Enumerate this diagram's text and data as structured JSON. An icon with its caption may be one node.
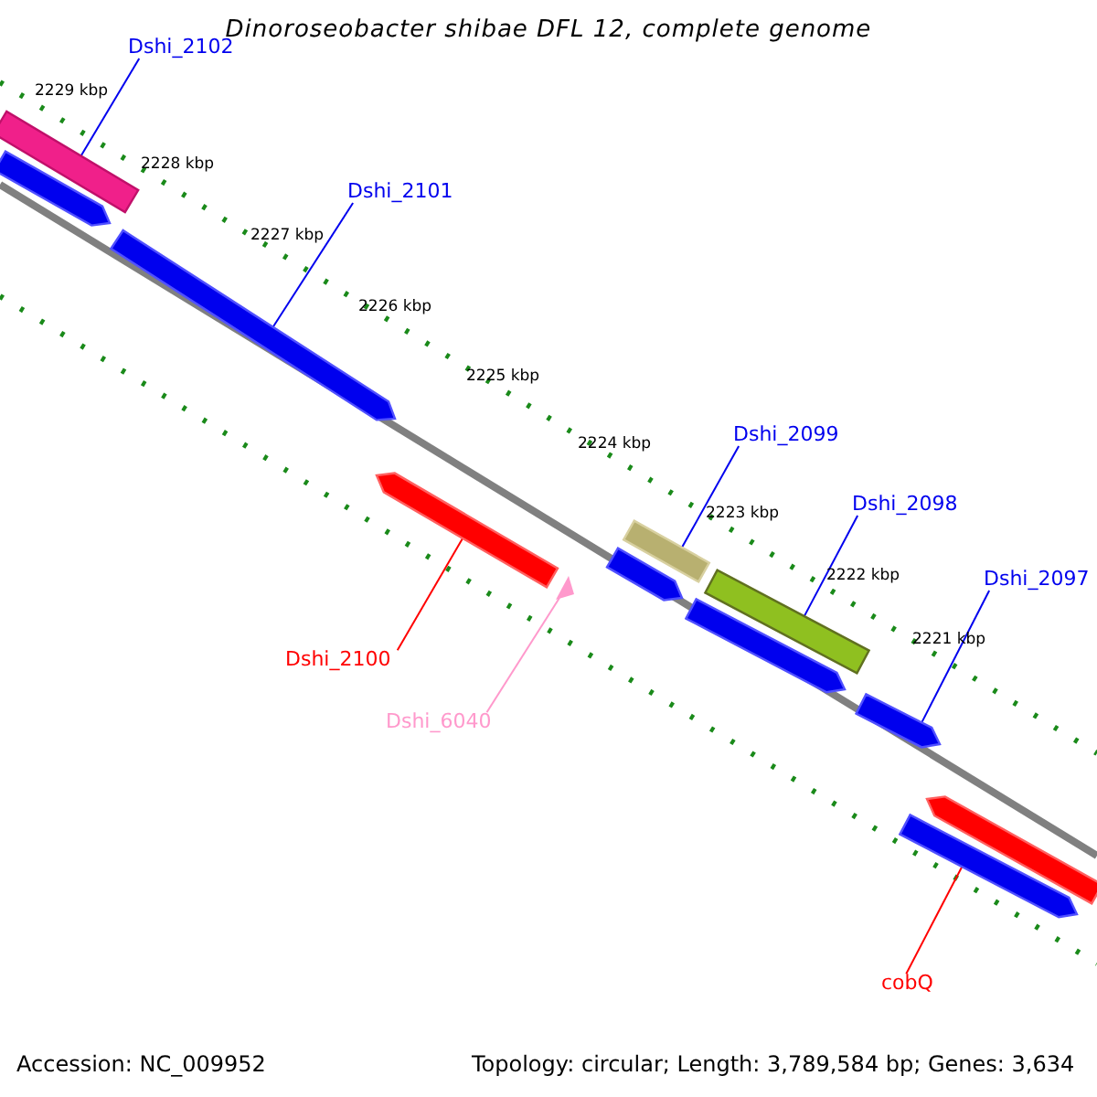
{
  "diagram": {
    "title": "Dinoroseobacter shibae DFL 12, complete genome",
    "nodes": [
      {
        "text": [
          "Dshi_2102"
        ]
      },
      {
        "text": [
          "Dshi_2101"
        ]
      },
      {
        "text": [
          "Dshi_2099"
        ]
      },
      {
        "text": [
          "Dshi_2098"
        ]
      },
      {
        "text": [
          "Dshi_2097"
        ]
      },
      {
        "text": [
          "Dshi_2100"
        ]
      },
      {
        "text": [
          "Dshi_6040"
        ]
      },
      {
        "text": [
          "cobQ"
        ]
      },
      {
        "text": [],
        "shape": "bar"
      },
      {
        "text": [],
        "shape": "bar"
      },
      {
        "text": [],
        "shape": "bar"
      },
      {
        "text": [],
        "shape": "bar"
      },
      {
        "text": [],
        "shape": "triangle"
      },
      {
        "text": [],
        "shape": "bar"
      },
      {
        "text": [],
        "shape": "bar"
      },
      {
        "text": [],
        "shape": "bar"
      },
      {
        "text": [],
        "shape": "bar"
      },
      {
        "text": [],
        "shape": "bar"
      },
      {
        "text": [],
        "shape": "bar"
      },
      {
        "text": [],
        "shape": "bar"
      }
    ],
    "edges": [
      {
        "from": 0,
        "to": 8,
        "arrow": "none"
      },
      {
        "from": 1,
        "to": 10,
        "arrow": "none"
      },
      {
        "from": 2,
        "to": 14,
        "arrow": "none"
      },
      {
        "from": 3,
        "to": 16,
        "arrow": "none"
      },
      {
        "from": 4,
        "to": 17,
        "arrow": "none"
      },
      {
        "from": 5,
        "to": 11,
        "arrow": "none",
        "color": "#ff0000"
      },
      {
        "from": 6,
        "to": 12,
        "arrow": "none",
        "color": "#ff99cc"
      },
      {
        "from": 7,
        "to": 18,
        "arrow": "none",
        "color": "#ff0000"
      }
    ],
    "labels": [
      "2229 kbp",
      "2228 kbp",
      "2227 kbp",
      "2226 kbp",
      "2225 kbp",
      "2224 kbp",
      "2223 kbp",
      "2222 kbp",
      "2221 kbp",
      "Accession: NC_009952",
      "Topology: circular; Length: 3,789,584 bp; Genes: 3,634"
    ]
  }
}
